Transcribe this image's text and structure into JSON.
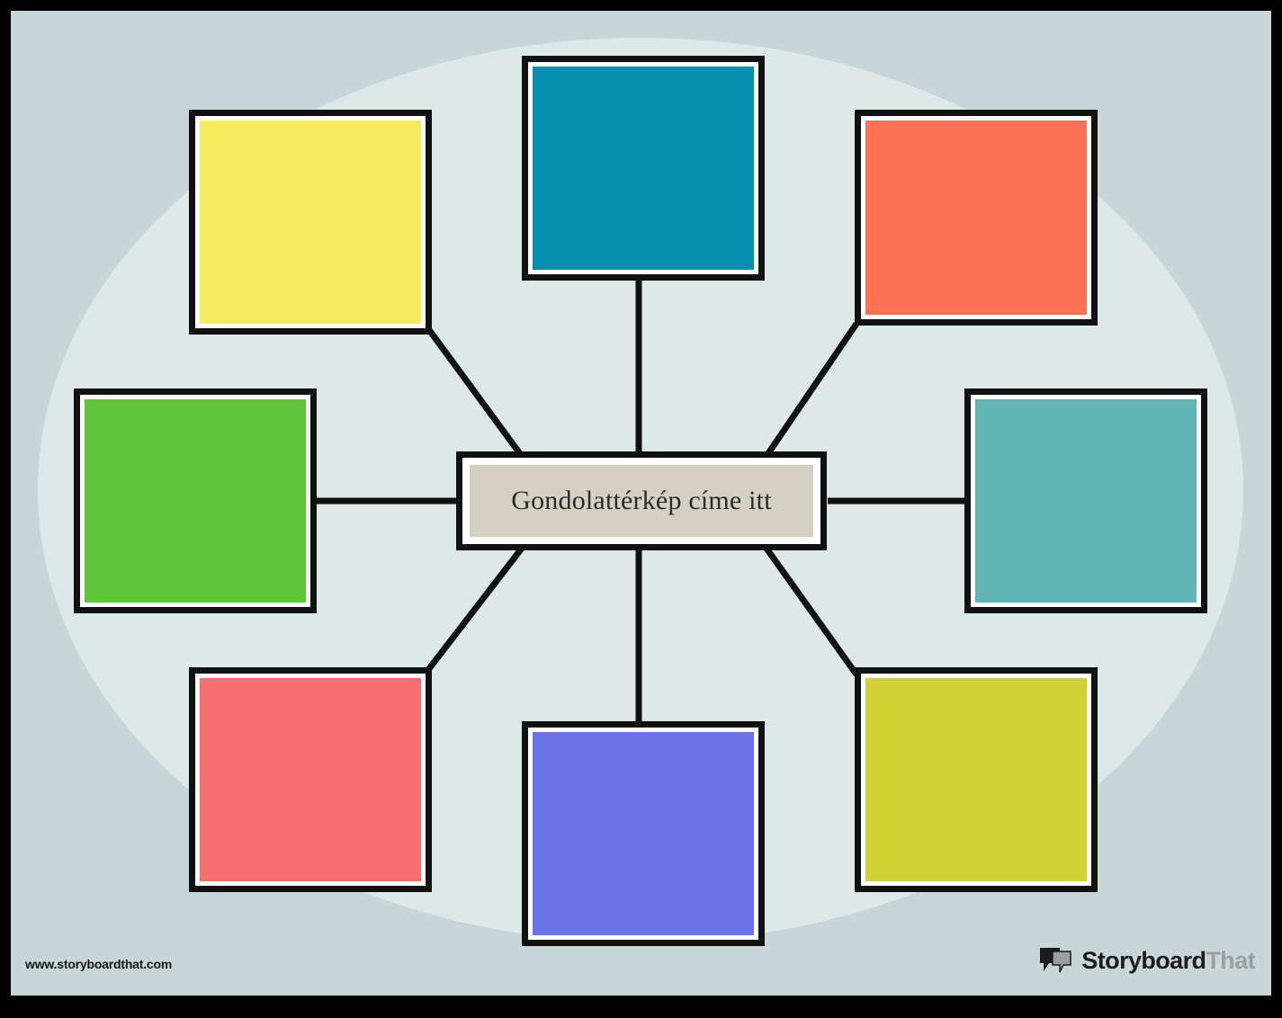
{
  "page": {
    "background_color": "#C9D6D8",
    "frame_color": "#000000",
    "ellipse_color": "#DDE8E9"
  },
  "center_node": {
    "name": "center-topic",
    "title": "Gondolattérkép címe itt",
    "fill_color": "#D4D0C4",
    "border_color": "#111111",
    "inner_border_color": "#FFFFFF"
  },
  "nodes": [
    {
      "id": "node-yellow",
      "label": "",
      "fill_color": "#F5EC61",
      "position": "top-left"
    },
    {
      "id": "node-teal-blue",
      "label": "",
      "fill_color": "#0690B0",
      "position": "top-center"
    },
    {
      "id": "node-orange",
      "label": "",
      "fill_color": "#FC7252",
      "position": "top-right"
    },
    {
      "id": "node-green",
      "label": "",
      "fill_color": "#5FC63A",
      "position": "middle-left"
    },
    {
      "id": "node-light-teal",
      "label": "",
      "fill_color": "#62B5B5",
      "position": "middle-right"
    },
    {
      "id": "node-salmon",
      "label": "",
      "fill_color": "#F96F6F",
      "position": "bottom-left"
    },
    {
      "id": "node-periwinkle",
      "label": "",
      "fill_color": "#6872E5",
      "position": "bottom-center"
    },
    {
      "id": "node-olive",
      "label": "",
      "fill_color": "#D1D235",
      "position": "bottom-right"
    }
  ],
  "connectors": {
    "color": "#111111",
    "width": 7,
    "count": 8
  },
  "footer": {
    "site_url": "www.storyboardthat.com",
    "brand_primary": "Storyboard",
    "brand_secondary": "That",
    "logo_icon": "speech-bubbles-icon",
    "brand_primary_color": "#1c1c1c",
    "brand_secondary_color": "#9aa0a0"
  }
}
